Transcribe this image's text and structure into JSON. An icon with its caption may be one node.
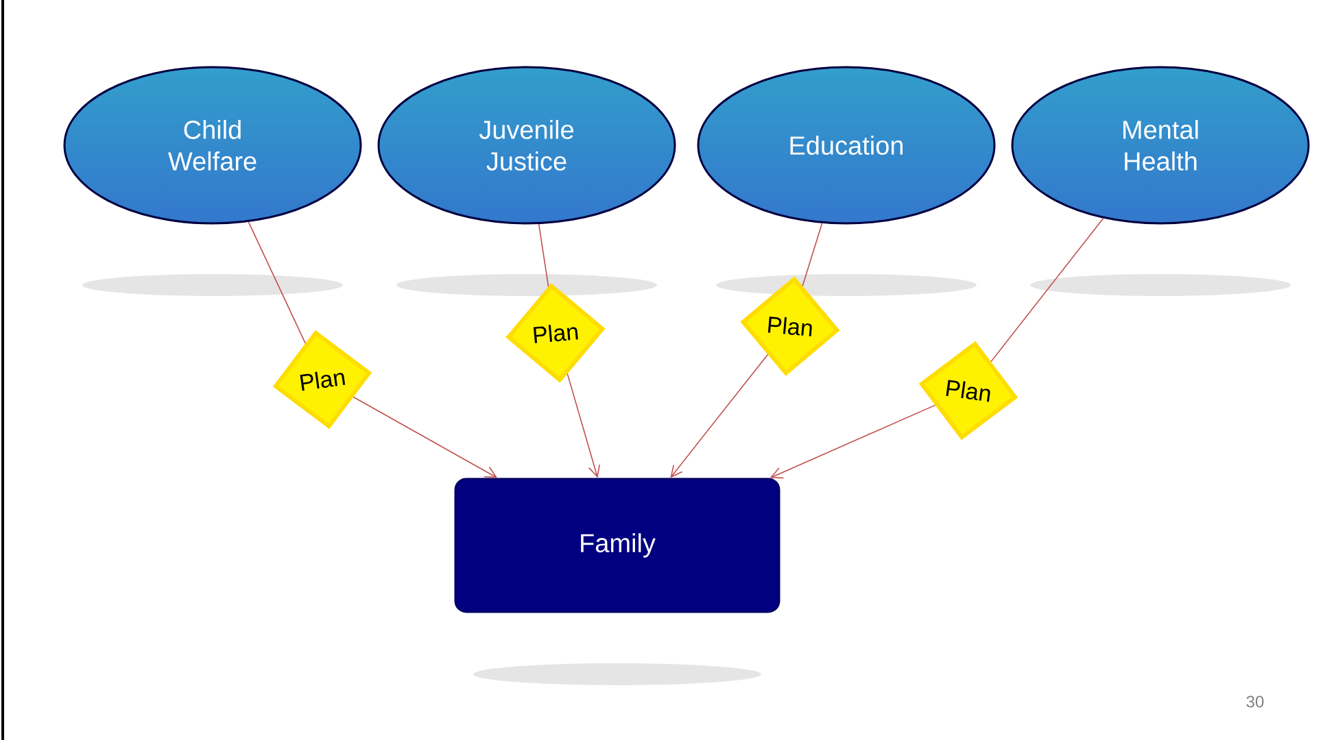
{
  "diagram": {
    "nodes": [
      {
        "text": [
          "Child Welfare"
        ]
      },
      {
        "text": [
          "Juvenile Justice"
        ]
      },
      {
        "text": [
          "Education"
        ]
      },
      {
        "text": [
          "Mental Health"
        ]
      },
      {
        "text": [
          "Plan"
        ]
      },
      {
        "text": [
          "Plan"
        ]
      },
      {
        "text": [
          "Plan"
        ]
      },
      {
        "text": [
          "Plan"
        ]
      },
      {
        "text": [
          "Family"
        ]
      }
    ],
    "edges": [
      {
        "from": 0,
        "to": 4,
        "arrow": "none"
      },
      {
        "from": 4,
        "to": 8,
        "arrow": "to"
      },
      {
        "from": 1,
        "to": 5,
        "arrow": "none"
      },
      {
        "from": 5,
        "to": 8,
        "arrow": "to"
      },
      {
        "from": 2,
        "to": 6,
        "arrow": "none"
      },
      {
        "from": 6,
        "to": 8,
        "arrow": "to"
      },
      {
        "from": 3,
        "to": 7,
        "arrow": "none"
      },
      {
        "from": 7,
        "to": 8,
        "arrow": "to"
      }
    ],
    "labels": [
      "30"
    ]
  }
}
